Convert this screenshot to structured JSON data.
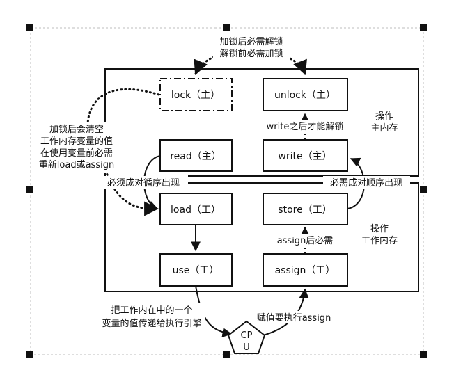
{
  "boxes": {
    "lock": "lock（主）",
    "unlock": "unlock（主）",
    "read": "read（主）",
    "write": "write（主）",
    "load": "load（工）",
    "store": "store（工）",
    "use": "use（工）",
    "assign": "assign（工）"
  },
  "labels": {
    "lock_rule_1": "加锁后必需解锁",
    "lock_rule_2": "解锁前必需加锁",
    "write_then_unlock": "write之后才能解锁",
    "main_mem_1": "操作",
    "main_mem_2": "主内存",
    "clear_1": "加锁后会清空",
    "clear_2": "工作内存变量的值",
    "clear_3": "在使用变量前必需",
    "clear_4": "重新load或assign",
    "pair_order_left": "必须成对循序出现",
    "pair_order_right": "必需成对顺序出现",
    "work_mem_1": "操作",
    "work_mem_2": "工作内存",
    "assign_then": "assign后必需",
    "pass_1": "把工作内在中的一个",
    "pass_2": "变量的值传递给执行引擎",
    "cpu_assign": "赋值要执行assign",
    "cpu_1": "CP",
    "cpu_2": "U"
  }
}
